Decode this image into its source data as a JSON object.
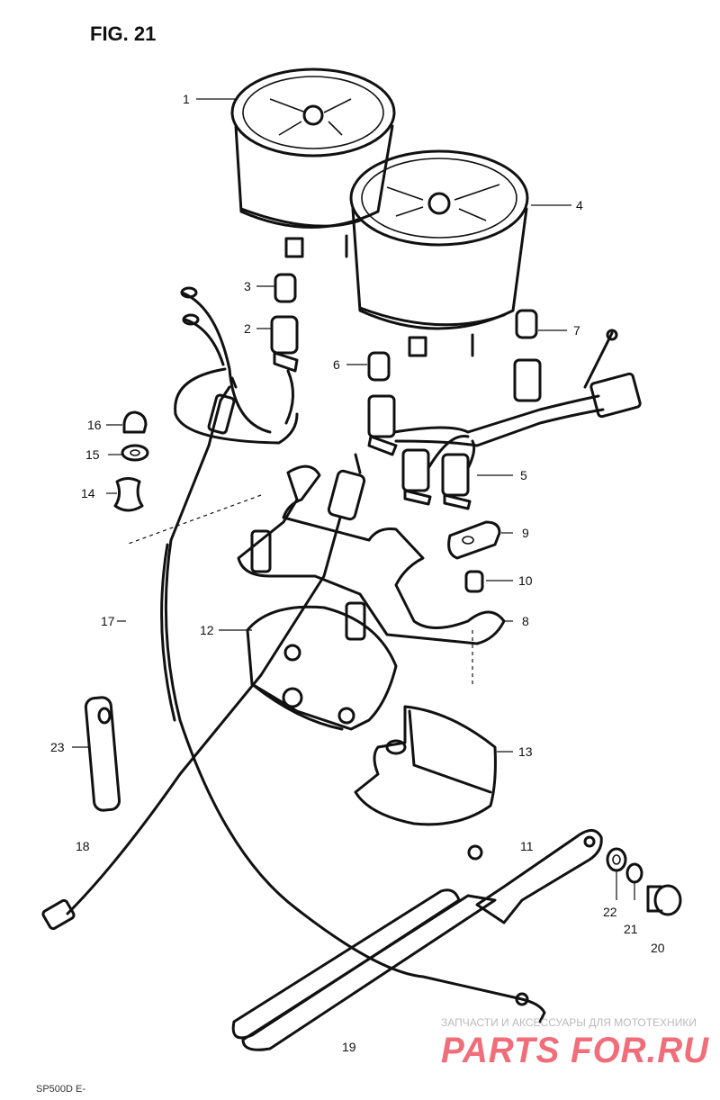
{
  "figure": {
    "title": "FIG. 21",
    "model_code": "SP500D E-"
  },
  "callouts": [
    {
      "id": "1",
      "text": "1"
    },
    {
      "id": "2",
      "text": "2"
    },
    {
      "id": "3",
      "text": "3"
    },
    {
      "id": "4",
      "text": "4"
    },
    {
      "id": "5",
      "text": "5"
    },
    {
      "id": "6",
      "text": "6"
    },
    {
      "id": "7",
      "text": "7"
    },
    {
      "id": "8",
      "text": "8"
    },
    {
      "id": "9",
      "text": "9"
    },
    {
      "id": "10",
      "text": "10"
    },
    {
      "id": "11",
      "text": "11"
    },
    {
      "id": "12",
      "text": "12"
    },
    {
      "id": "13",
      "text": "13"
    },
    {
      "id": "14",
      "text": "14"
    },
    {
      "id": "15",
      "text": "15"
    },
    {
      "id": "16",
      "text": "16"
    },
    {
      "id": "17",
      "text": "17"
    },
    {
      "id": "18",
      "text": "18"
    },
    {
      "id": "19",
      "text": "19"
    },
    {
      "id": "20",
      "text": "20"
    },
    {
      "id": "21",
      "text": "21"
    },
    {
      "id": "22",
      "text": "22"
    },
    {
      "id": "23",
      "text": "23"
    }
  ],
  "watermark": {
    "tagline": "ЗАПЧАСТИ И АКСЕССУАРЫ ДЛЯ МОТОТЕХНИКИ",
    "brand": "PARTS FOR.RU",
    "brand_color": "#f06d79"
  }
}
